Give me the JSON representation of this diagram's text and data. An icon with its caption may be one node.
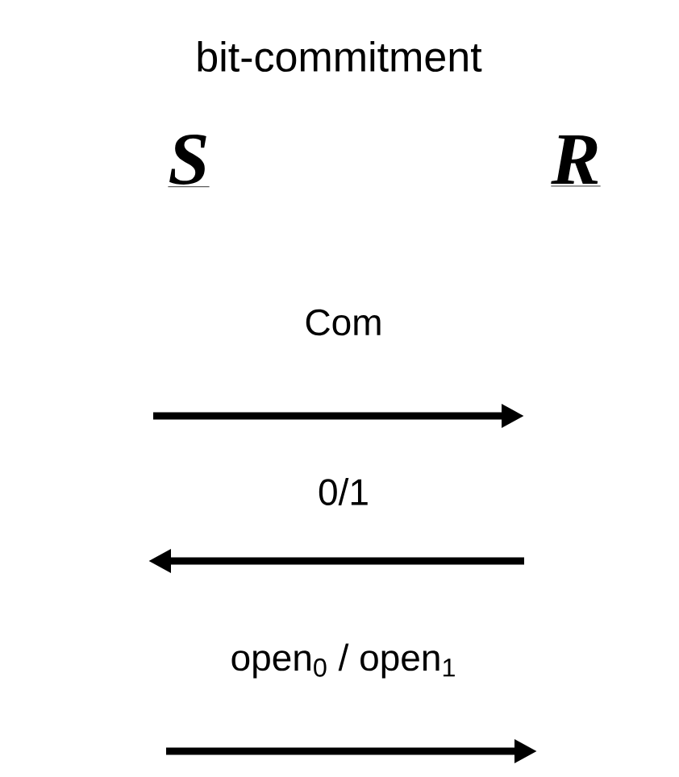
{
  "diagram": {
    "title": "bit-commitment",
    "nodes": [
      {
        "text": [
          "S"
        ]
      },
      {
        "text": [
          "R"
        ]
      }
    ],
    "labels": [
      "Com",
      "0/1",
      "open$_{0}$ / open$_{1}$"
    ]
  }
}
